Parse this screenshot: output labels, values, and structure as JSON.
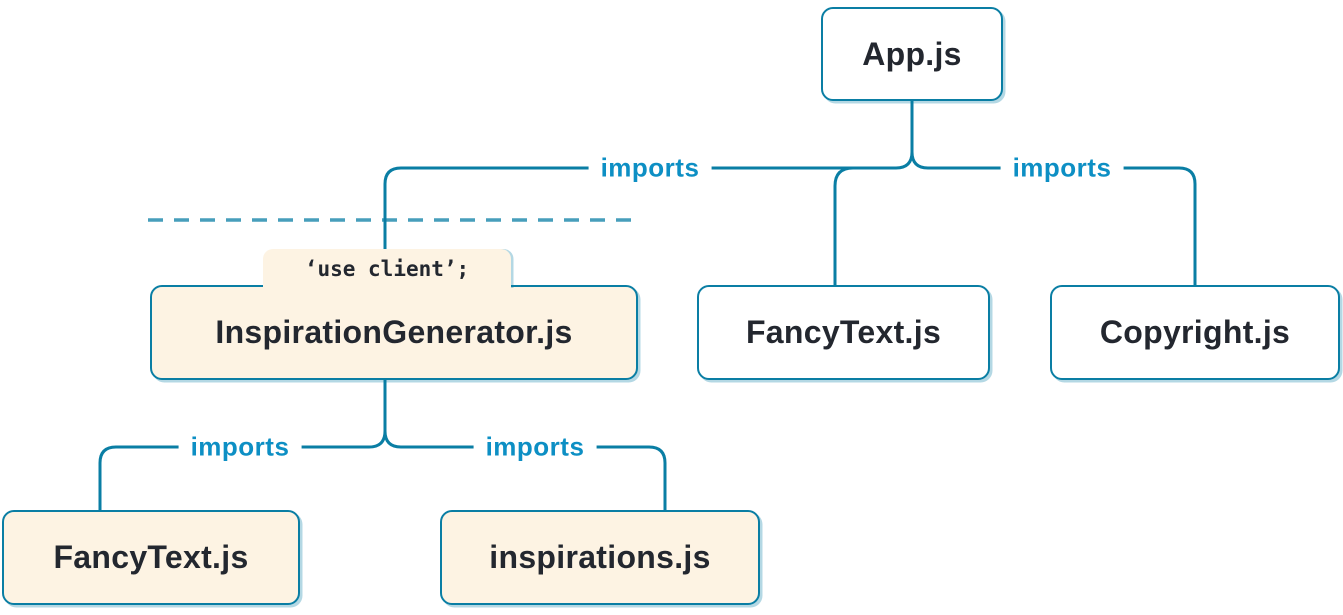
{
  "diagram": {
    "type": "module-dependency-tree",
    "nodes": {
      "app": {
        "label": "App.js",
        "kind": "server"
      },
      "inspiration_generator": {
        "label": "InspirationGenerator.js",
        "kind": "client",
        "directive": "‘use client’;"
      },
      "fancy_text_top": {
        "label": "FancyText.js",
        "kind": "server"
      },
      "copyright": {
        "label": "Copyright.js",
        "kind": "server"
      },
      "fancy_text_bottom": {
        "label": "FancyText.js",
        "kind": "client"
      },
      "inspirations": {
        "label": "inspirations.js",
        "kind": "client"
      }
    },
    "edges": [
      {
        "from": "App.js",
        "to": "InspirationGenerator.js",
        "label": "imports"
      },
      {
        "from": "App.js",
        "to": "FancyText.js",
        "label": ""
      },
      {
        "from": "App.js",
        "to": "Copyright.js",
        "label": "imports"
      },
      {
        "from": "InspirationGenerator.js",
        "to": "FancyText.js",
        "label": "imports"
      },
      {
        "from": "InspirationGenerator.js",
        "to": "inspirations.js",
        "label": "imports"
      }
    ],
    "colors": {
      "line": "#0a7ea4",
      "edge_label_text": "#0d8fc4",
      "node_text": "#23272f",
      "client_node_bg": "#fdf3e3",
      "server_node_bg": "#ffffff",
      "node_border": "#0a7ea4"
    }
  }
}
